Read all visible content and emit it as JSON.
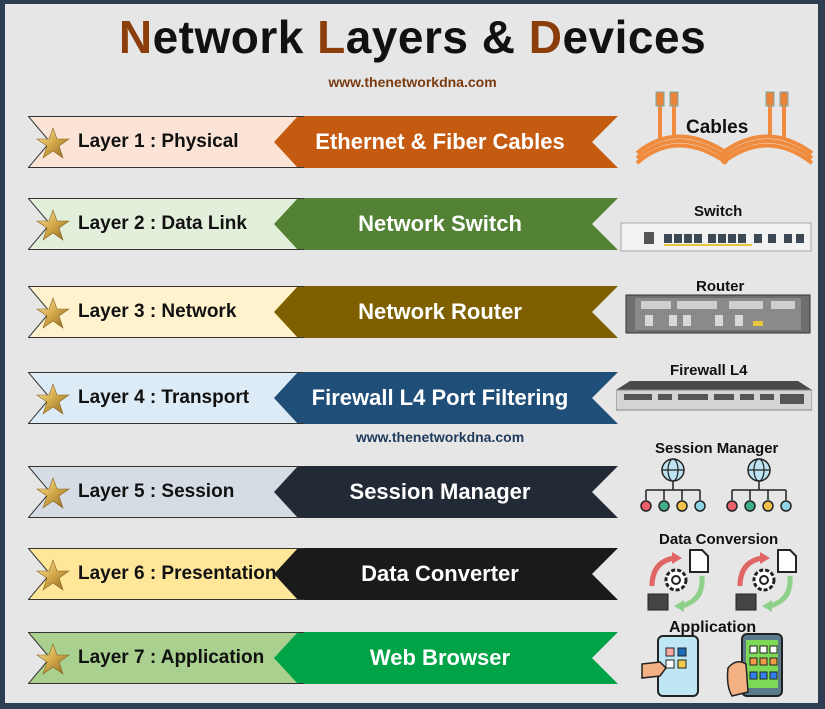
{
  "title": {
    "n": "N",
    "part1": "etwork ",
    "l": "L",
    "part2": "ayers & ",
    "d": "D",
    "part3": "evices"
  },
  "watermark_top": "www.thenetworkdna.com",
  "watermark_mid": "www.thenetworkdna.com",
  "colors": {
    "title_accent": "#8b3e0b",
    "frame": "#2e3e52",
    "background": "#e6e6e6"
  },
  "layers": [
    {
      "label": "Layer 1 : Physical",
      "device": "Ethernet & Fiber Cables",
      "light": "#fbe3d6",
      "dark": "#c55a11",
      "icon": "cables-icon",
      "caption": "Cables"
    },
    {
      "label": "Layer 2 : Data Link",
      "device": "Network Switch",
      "light": "#e2efda",
      "dark": "#548235",
      "icon": "switch-icon",
      "caption": "Switch"
    },
    {
      "label": "Layer 3 : Network",
      "device": "Network Router",
      "light": "#fff2cc",
      "dark": "#7f6000",
      "icon": "router-icon",
      "caption": "Router"
    },
    {
      "label": "Layer 4 : Transport",
      "device": "Firewall L4 Port Filtering",
      "light": "#ddebf7",
      "dark": "#1f4e79",
      "icon": "firewall-icon",
      "caption": "Firewall L4"
    },
    {
      "label": "Layer 5 : Session",
      "device": "Session Manager",
      "light": "#d6dce4",
      "dark": "#222a35",
      "icon": "session-manager-icon",
      "caption": "Session Manager"
    },
    {
      "label": "Layer 6 : Presentation",
      "device": "Data Converter",
      "light": "#ffe699",
      "dark": "#1a1a1a",
      "icon": "data-conversion-icon",
      "caption": "Data Conversion"
    },
    {
      "label": "Layer 7 : Application",
      "device": "Web Browser",
      "light": "#a9d08e",
      "dark": "#00a346",
      "icon": "application-icon",
      "caption": "Application"
    }
  ]
}
